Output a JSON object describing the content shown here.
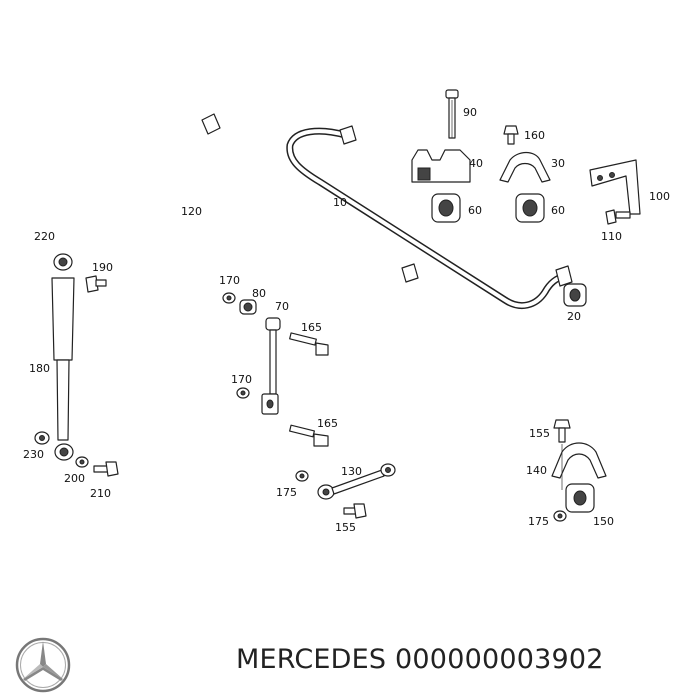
{
  "labels": {
    "l90": "90",
    "l160": "160",
    "l40": "40",
    "l30": "30",
    "l100": "100",
    "l60a": "60",
    "l60b": "60",
    "l110": "110",
    "l120": "120",
    "l10": "10",
    "l220": "220",
    "l190": "190",
    "l170a": "170",
    "l80": "80",
    "l70": "70",
    "l165a": "165",
    "l180": "180",
    "l170b": "170",
    "l165b": "165",
    "l230": "230",
    "l200": "200",
    "l210": "210",
    "l130": "130",
    "l175a": "175",
    "l155a": "155",
    "l20": "20",
    "l155b": "155",
    "l140": "140",
    "l175b": "175",
    "l150": "150"
  },
  "footer": {
    "brand_text": "MERCEDES 000000003902"
  }
}
